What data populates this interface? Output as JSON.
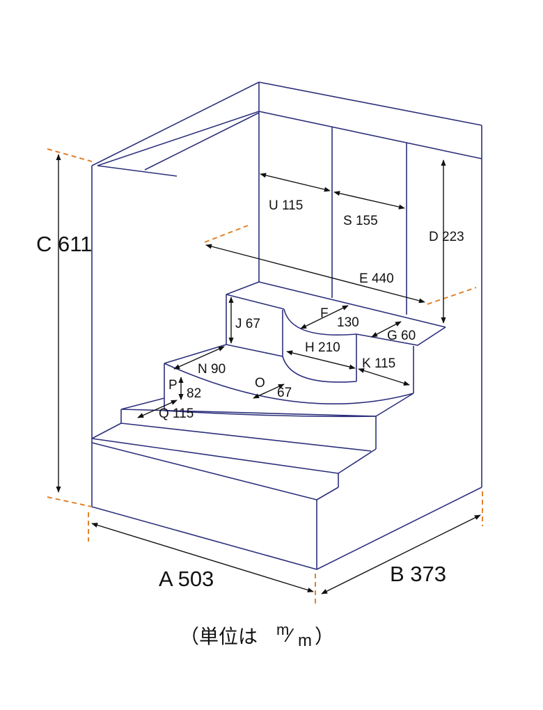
{
  "dimensions": {
    "A": "A 503",
    "B": "B 373",
    "C": "C 611",
    "D": "D 223",
    "E": "E 440",
    "F_letter": "F",
    "F_value": "130",
    "G": "G 60",
    "H": "H 210",
    "J": "J 67",
    "K": "K 115",
    "N": "N 90",
    "O_letter": "O",
    "O_value": "67",
    "P_letter": "P",
    "P_value": "82",
    "Q": "Q 115",
    "S": "S 155",
    "U": "U 115"
  },
  "units_note": {
    "prefix": "（単位は ",
    "num": "m",
    "slash": "⁄",
    "den": "m",
    "suffix": "）"
  }
}
